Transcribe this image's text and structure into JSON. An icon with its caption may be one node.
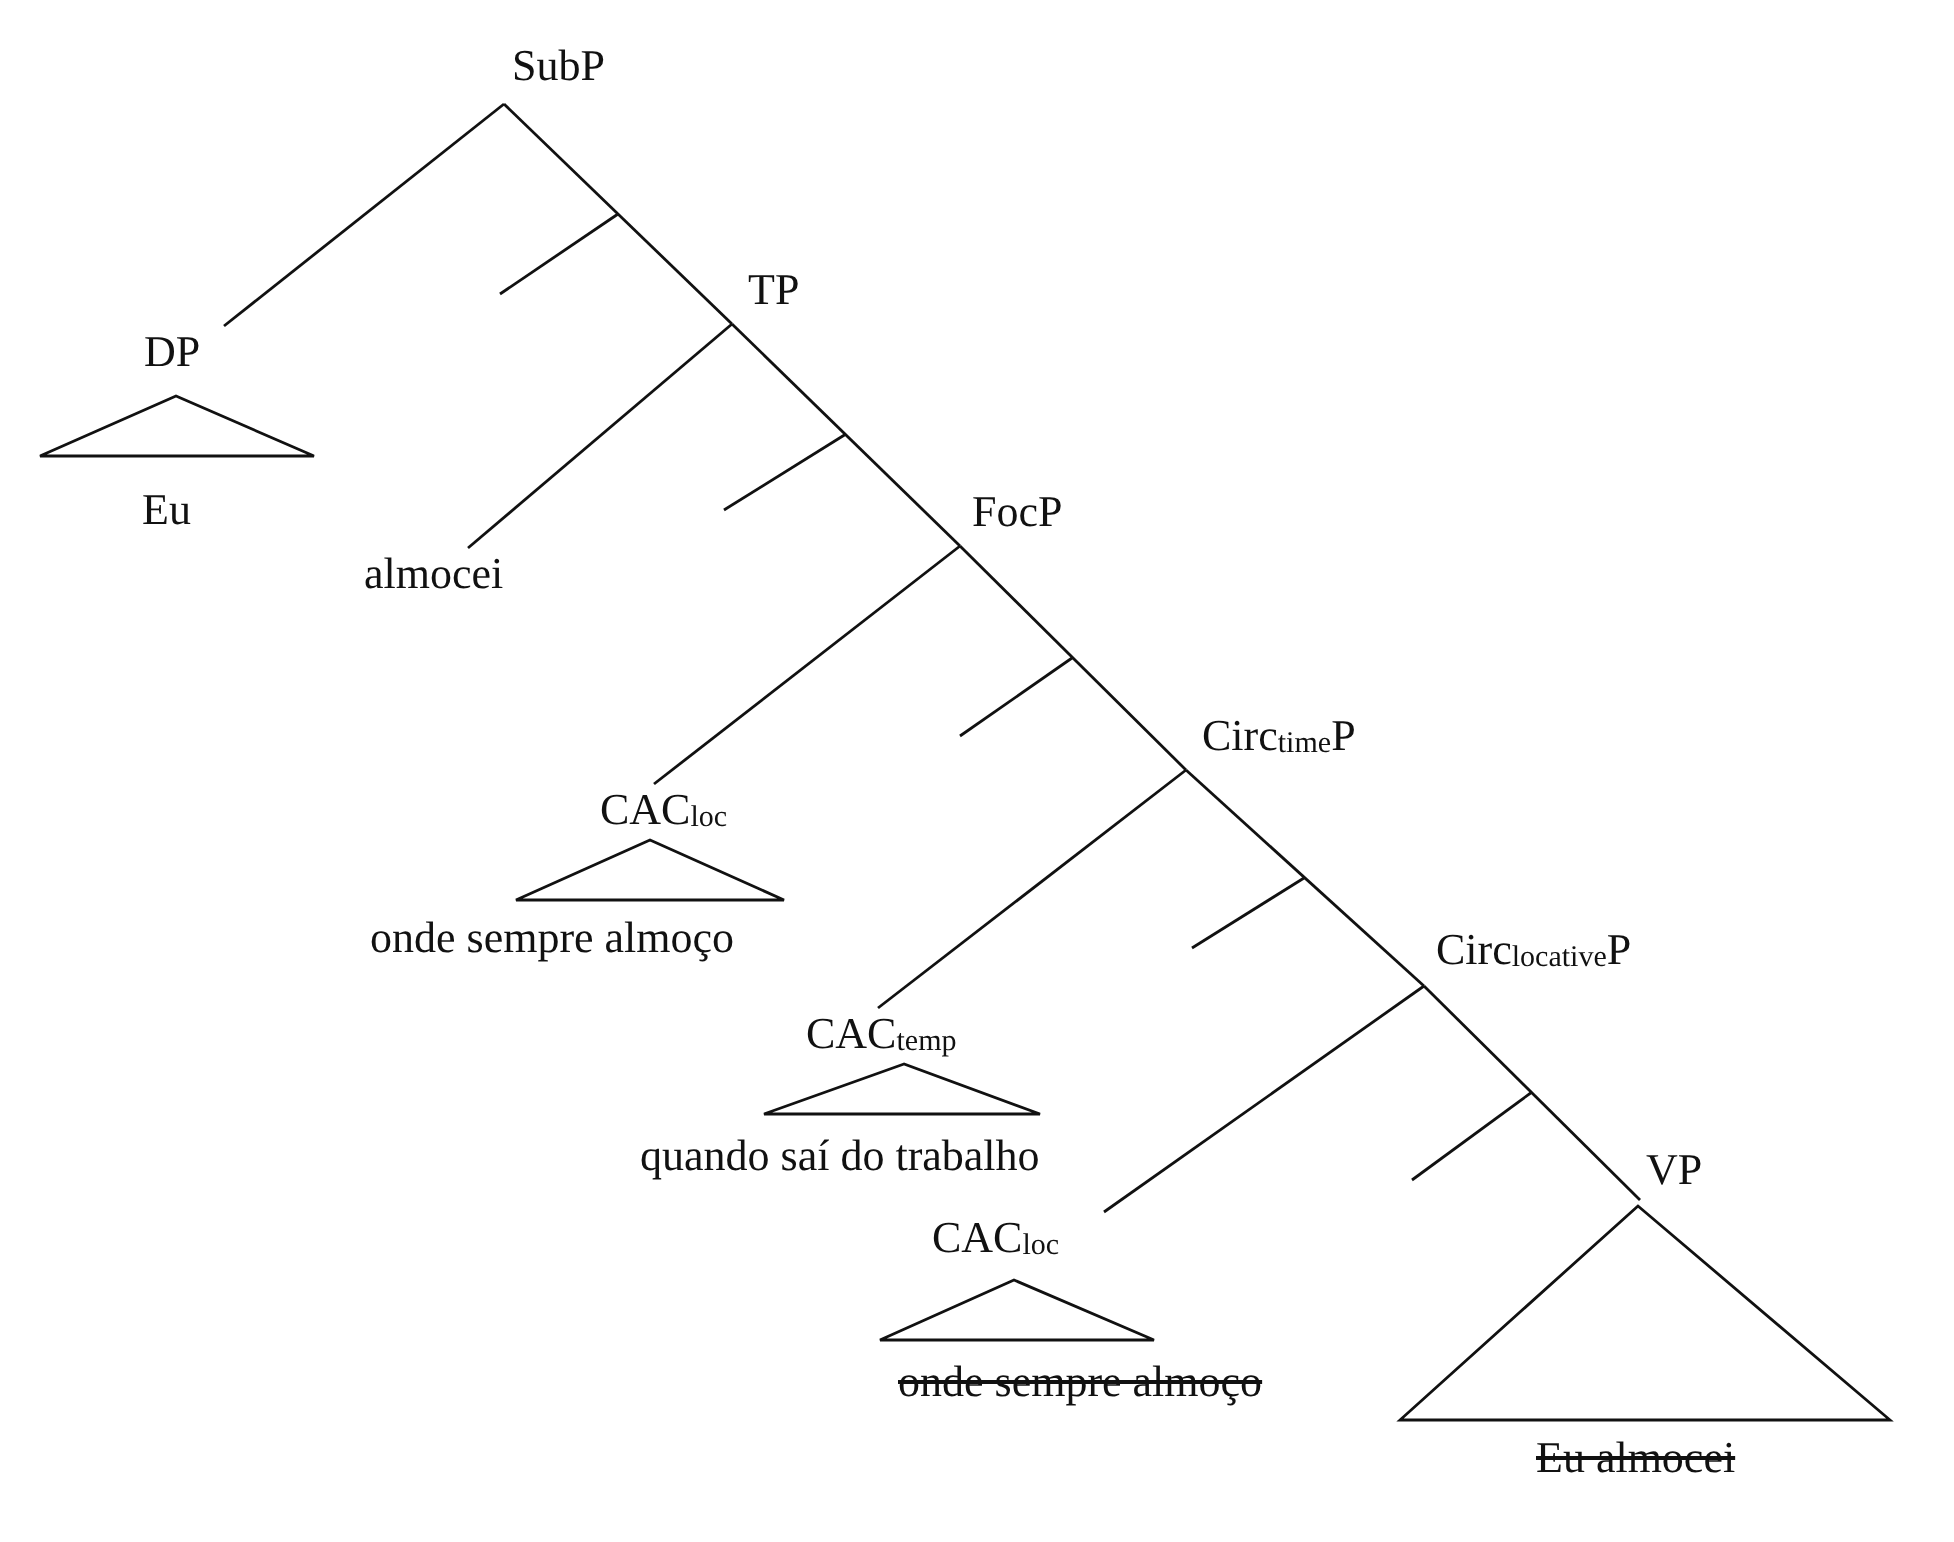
{
  "diagram": {
    "nodes": [
      {
        "text": [
          "SubP"
        ]
      },
      {
        "text": [
          "DP"
        ]
      },
      {
        "text": [
          "Eu"
        ]
      },
      {
        "text": [
          "TP"
        ]
      },
      {
        "text": [
          "almocei"
        ]
      },
      {
        "text": [
          "FocP"
        ]
      },
      {
        "text": [
          "CAC$_{loc}$"
        ]
      },
      {
        "text": [
          "onde sempre almoço"
        ]
      },
      {
        "text": [
          "Circ$_{time}$P"
        ]
      },
      {
        "text": [
          "CAC$_{temp}$"
        ]
      },
      {
        "text": [
          "quando saí do trabalho"
        ]
      },
      {
        "text": [
          "Circ$_{locative}$P"
        ]
      },
      {
        "text": [
          "CAC$_{loc}$"
        ]
      },
      {
        "text": [
          "onde sempre almoço"
        ]
      },
      {
        "text": [
          "VP"
        ]
      },
      {
        "text": [
          "Eu almocei"
        ]
      }
    ],
    "edges": [
      {
        "from": 0,
        "to": 1,
        "arrow": "none"
      },
      {
        "from": 0,
        "to": 3,
        "arrow": "none"
      },
      {
        "from": 3,
        "to": 4,
        "arrow": "none"
      },
      {
        "from": 3,
        "to": 5,
        "arrow": "none"
      },
      {
        "from": 5,
        "to": 6,
        "arrow": "none"
      },
      {
        "from": 5,
        "to": 8,
        "arrow": "none"
      },
      {
        "from": 8,
        "to": 9,
        "arrow": "none"
      },
      {
        "from": 8,
        "to": 11,
        "arrow": "none"
      },
      {
        "from": 11,
        "to": 12,
        "arrow": "none"
      },
      {
        "from": 11,
        "to": 14,
        "arrow": "none"
      }
    ]
  }
}
